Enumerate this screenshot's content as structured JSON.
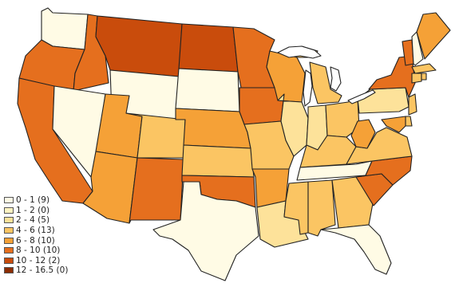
{
  "map": {
    "region": "Contiguous United States",
    "legend": [
      {
        "label": "0 - 1 (9)",
        "color": "#fffbe5"
      },
      {
        "label": "1 - 2 (0)",
        "color": "#fff3c1"
      },
      {
        "label": "2 - 4 (5)",
        "color": "#fde29a"
      },
      {
        "label": "4 - 6 (13)",
        "color": "#fbc563"
      },
      {
        "label": "6 - 8 (10)",
        "color": "#f5a137"
      },
      {
        "label": "8 - 10 (10)",
        "color": "#e56f1e"
      },
      {
        "label": "10 - 12 (2)",
        "color": "#c94c0c"
      },
      {
        "label": "12 - 16.5 (0)",
        "color": "#8c2d04"
      }
    ],
    "states": [
      {
        "name": "WA",
        "bin": 0
      },
      {
        "name": "OR",
        "bin": 5
      },
      {
        "name": "CA",
        "bin": 5
      },
      {
        "name": "ID",
        "bin": 5
      },
      {
        "name": "NV",
        "bin": 0
      },
      {
        "name": "MT",
        "bin": 6
      },
      {
        "name": "WY",
        "bin": 0
      },
      {
        "name": "UT",
        "bin": 4
      },
      {
        "name": "AZ",
        "bin": 4
      },
      {
        "name": "CO",
        "bin": 3
      },
      {
        "name": "NM",
        "bin": 5
      },
      {
        "name": "ND",
        "bin": 6
      },
      {
        "name": "SD",
        "bin": 0
      },
      {
        "name": "NE",
        "bin": 4
      },
      {
        "name": "KS",
        "bin": 3
      },
      {
        "name": "OK",
        "bin": 5
      },
      {
        "name": "TX",
        "bin": 0
      },
      {
        "name": "MN",
        "bin": 5
      },
      {
        "name": "IA",
        "bin": 5
      },
      {
        "name": "MO",
        "bin": 3
      },
      {
        "name": "AR",
        "bin": 4
      },
      {
        "name": "LA",
        "bin": 2
      },
      {
        "name": "WI",
        "bin": 4
      },
      {
        "name": "IL",
        "bin": 2
      },
      {
        "name": "MI",
        "bin": 3
      },
      {
        "name": "IN",
        "bin": 2
      },
      {
        "name": "OH",
        "bin": 3
      },
      {
        "name": "KY",
        "bin": 3
      },
      {
        "name": "TN",
        "bin": 0
      },
      {
        "name": "MS",
        "bin": 3
      },
      {
        "name": "AL",
        "bin": 3
      },
      {
        "name": "GA",
        "bin": 3
      },
      {
        "name": "FL",
        "bin": 0
      },
      {
        "name": "SC",
        "bin": 5
      },
      {
        "name": "NC",
        "bin": 5
      },
      {
        "name": "VA",
        "bin": 3
      },
      {
        "name": "WV",
        "bin": 4
      },
      {
        "name": "PA",
        "bin": 2
      },
      {
        "name": "NY",
        "bin": 5
      },
      {
        "name": "VT",
        "bin": 5
      },
      {
        "name": "NH",
        "bin": 0
      },
      {
        "name": "ME",
        "bin": 4
      },
      {
        "name": "MA",
        "bin": 3
      },
      {
        "name": "CT",
        "bin": 3
      },
      {
        "name": "RI",
        "bin": 3
      },
      {
        "name": "NJ",
        "bin": 3
      },
      {
        "name": "DE",
        "bin": 3
      },
      {
        "name": "MD",
        "bin": 4
      }
    ]
  }
}
